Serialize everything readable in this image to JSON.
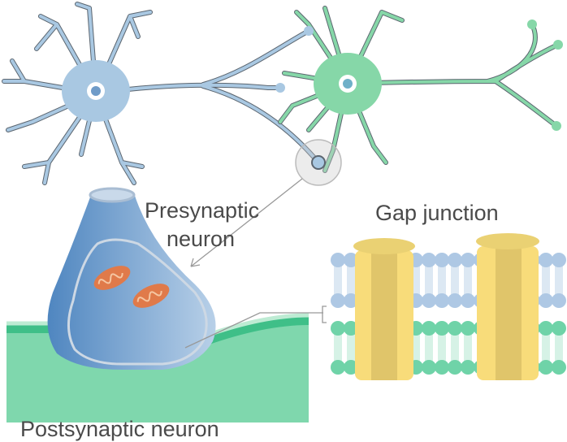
{
  "labels": {
    "presynaptic_line1": "Presynaptic",
    "presynaptic_line2": "neuron",
    "gap_junction": "Gap junction",
    "postsynaptic": "Postsynaptic neuron"
  },
  "colors": {
    "presynaptic_neuron": "#a9c8e2",
    "postsynaptic_neuron": "#86d7a8",
    "outline": "#5c6670",
    "terminal_blue": "#5b8ec4",
    "postsynaptic_membrane": "#3fbf88",
    "channel": "#f8dc7a",
    "mitochondrion": "#e07a4a"
  }
}
